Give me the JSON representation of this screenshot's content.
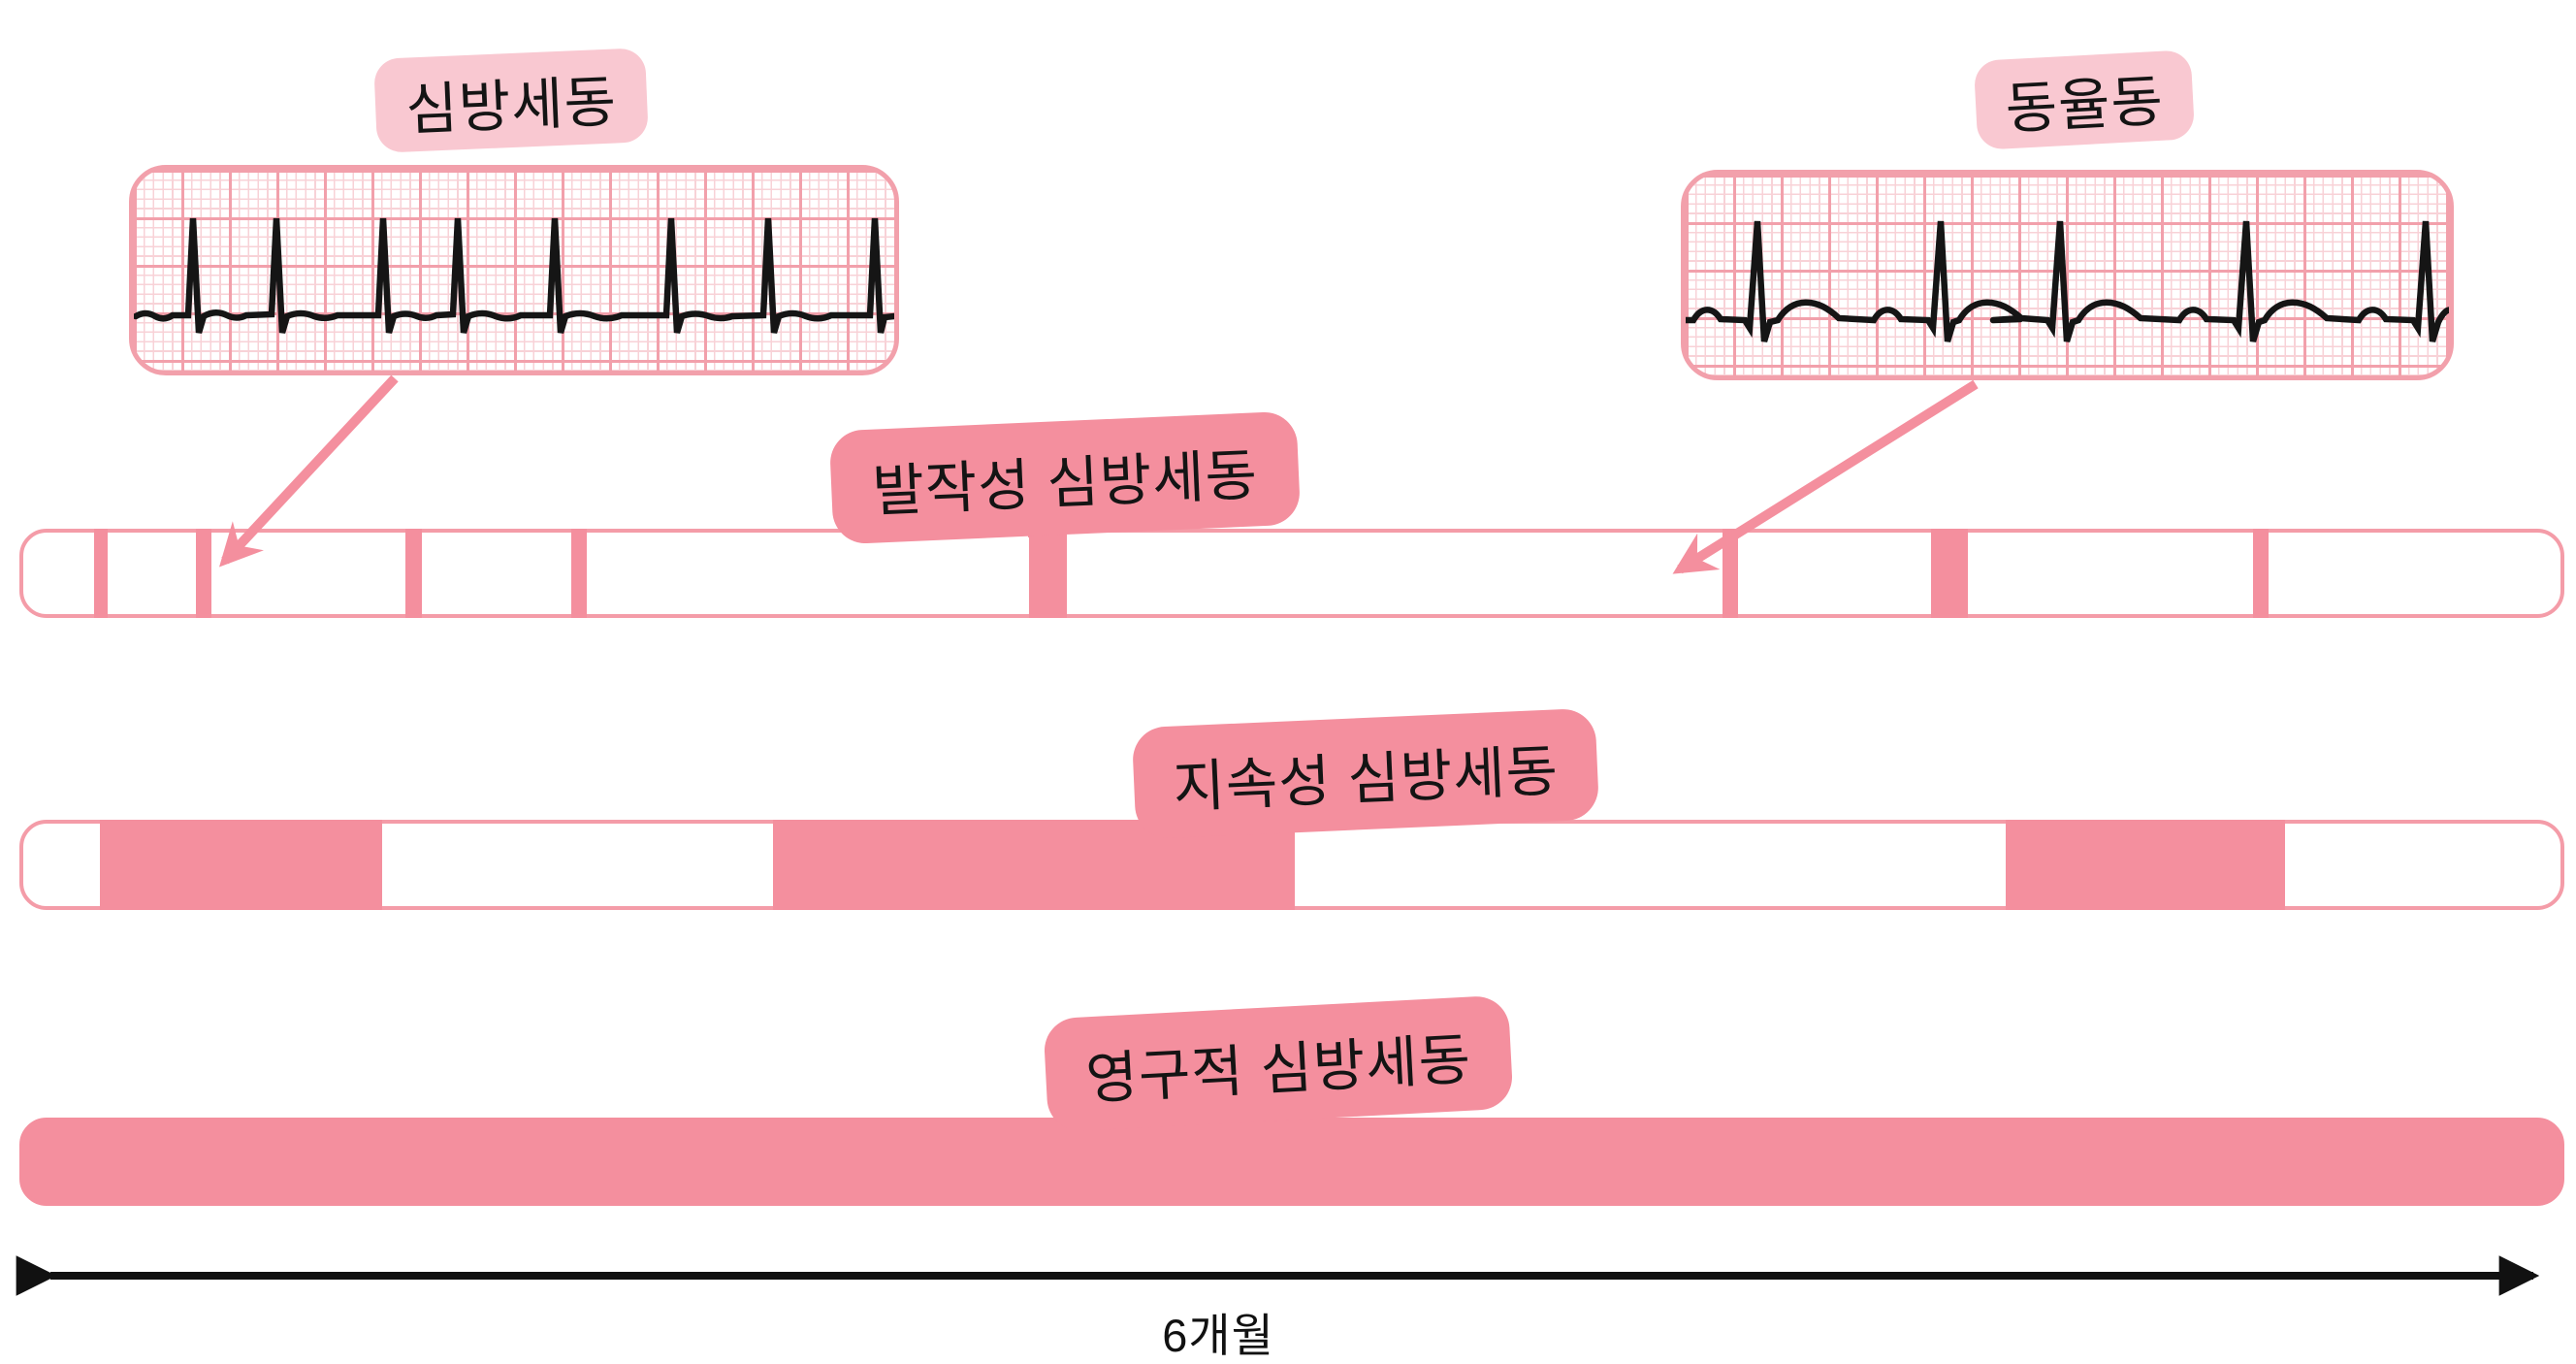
{
  "colors": {
    "background": "#FFFFFF",
    "accent_pink": "#F48F9E",
    "label_light_pink": "#F9C8D1",
    "bar_border_pink": "#F49CA8",
    "ecg_grid_major": "#F2A0AB",
    "ecg_grid_minor": "#F8D2D7",
    "ecg_trace": "#151515",
    "timeline_arrow": "#111111"
  },
  "callouts": {
    "afib": {
      "label": "심방세동"
    },
    "sinus": {
      "label": "동율동"
    }
  },
  "timeline": {
    "rows": [
      {
        "id": "paroxysmal",
        "label": "발작성 심방세동",
        "fill": "episodic",
        "episodes": [
          {
            "left": 2.78,
            "width": 0.53
          },
          {
            "left": 6.82,
            "width": 0.61
          },
          {
            "left": 15.05,
            "width": 0.65
          },
          {
            "left": 21.6,
            "width": 0.61
          },
          {
            "left": 39.63,
            "width": 1.52
          },
          {
            "left": 66.96,
            "width": 0.61
          },
          {
            "left": 75.19,
            "width": 1.45
          },
          {
            "left": 87.88,
            "width": 0.61
          }
        ]
      },
      {
        "id": "persistent",
        "label": "지속성 심방세동",
        "fill": "blocks",
        "episodes": [
          {
            "left": 3.01,
            "width": 11.13
          },
          {
            "left": 29.54,
            "width": 20.58
          },
          {
            "left": 78.13,
            "width": 11.01
          }
        ]
      },
      {
        "id": "permanent",
        "label": "영구적 심방세동",
        "fill": "continuous",
        "episodes": [
          {
            "left": 0,
            "width": 100
          }
        ]
      }
    ],
    "axis_label": "6개월"
  }
}
